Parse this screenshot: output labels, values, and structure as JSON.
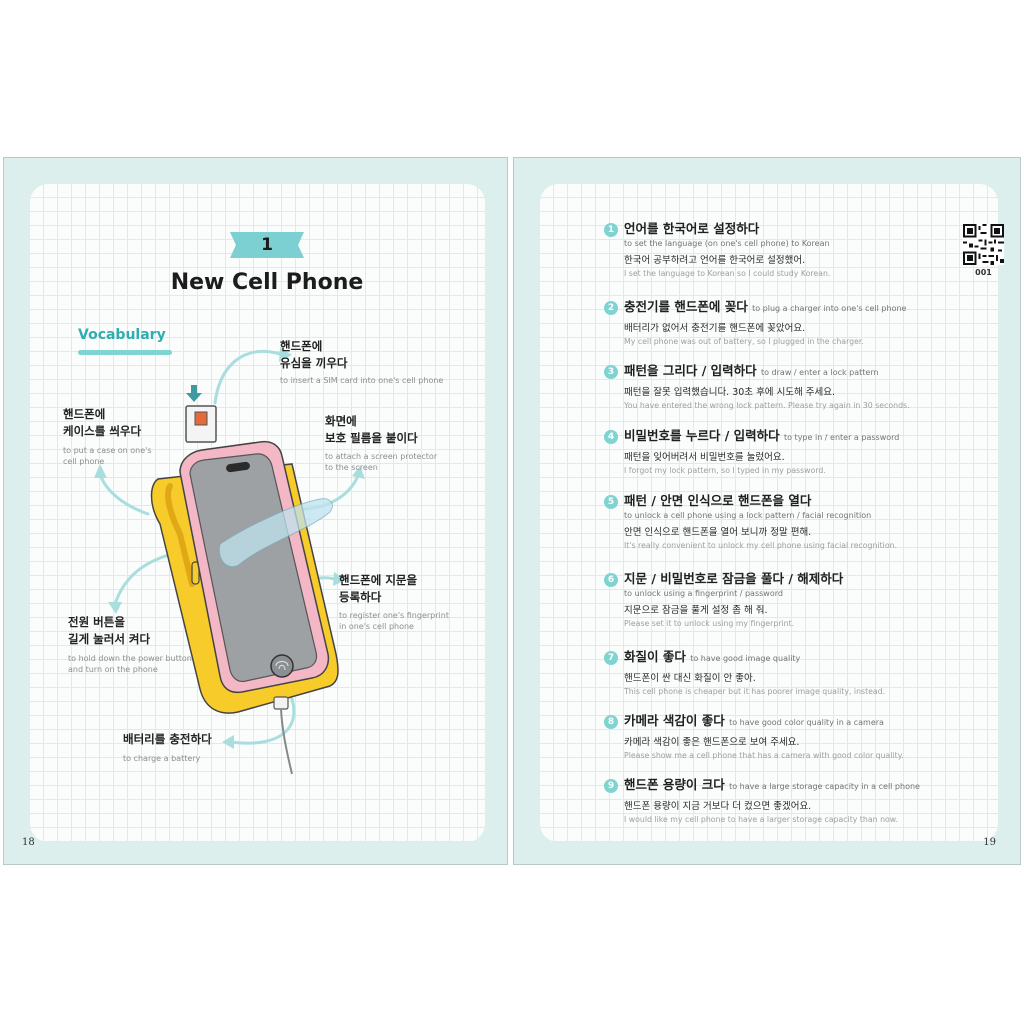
{
  "left_page": {
    "chapter_number": "1",
    "chapter_title": "New Cell Phone",
    "section_label": "Vocabulary",
    "page_number": "18",
    "labels": [
      {
        "ko_line1": "핸드폰에",
        "ko_line2": "유심을 끼우다",
        "en_line1": "to insert a SIM card into one's cell phone",
        "en_line2": ""
      },
      {
        "ko_line1": "핸드폰에",
        "ko_line2": "케이스를 씌우다",
        "en_line1": "to put a case on one's",
        "en_line2": "cell phone"
      },
      {
        "ko_line1": "화면에",
        "ko_line2": "보호 필름을 붙이다",
        "en_line1": "to attach a screen protector",
        "en_line2": "to the screen"
      },
      {
        "ko_line1": "핸드폰에 지문을",
        "ko_line2": "등록하다",
        "en_line1": "to register one's fingerprint",
        "en_line2": "in one's cell phone"
      },
      {
        "ko_line1": "전원 버튼을",
        "ko_line2": "길게 눌러서 켜다",
        "en_line1": "to hold down the power button",
        "en_line2": "and turn on the phone"
      },
      {
        "ko_line1": "배터리를 충전하다",
        "ko_line2": "",
        "en_line1": "to charge a battery",
        "en_line2": ""
      }
    ]
  },
  "right_page": {
    "page_number": "19",
    "qr_number": "001",
    "entries": [
      {
        "n": "1",
        "ko": "언어를 한국어로 설정하다",
        "en_inline": "",
        "en_def": "to set the language (on one's cell phone) to Korean",
        "ko_sentence": "한국어 공부하려고 언어를 한국어로 설정했어.",
        "en_sentence": "I set the language to Korean so I could study Korean."
      },
      {
        "n": "2",
        "ko": "충전기를 핸드폰에 꽂다",
        "en_inline": "to plug a charger into one's cell phone",
        "en_def": "",
        "ko_sentence": "배터리가 없어서 충전기를 핸드폰에 꽂았어요.",
        "en_sentence": "My cell phone was out of battery, so I plugged in the charger."
      },
      {
        "n": "3",
        "ko": "패턴을 그리다 / 입력하다",
        "en_inline": "to draw / enter a lock pattern",
        "en_def": "",
        "ko_sentence": "패턴을 잘못 입력했습니다. 30초 후에 시도해 주세요.",
        "en_sentence": "You have entered the wrong lock pattern. Please try again in 30 seconds."
      },
      {
        "n": "4",
        "ko": "비밀번호를 누르다 / 입력하다",
        "en_inline": "to type in / enter a password",
        "en_def": "",
        "ko_sentence": "패턴을 잊어버려서 비밀번호를 눌렀어요.",
        "en_sentence": "I forgot my lock pattern, so I typed in my password."
      },
      {
        "n": "5",
        "ko": "패턴 / 안면 인식으로 핸드폰을 열다",
        "en_inline": "",
        "en_def": "to unlock a cell phone using a lock pattern / facial recognition",
        "ko_sentence": "안면 인식으로 핸드폰을 열어 보니까 정말 편해.",
        "en_sentence": "It's really convenient to unlock my cell phone using facial recognition."
      },
      {
        "n": "6",
        "ko": "지문 / 비밀번호로 잠금을 풀다 / 해제하다",
        "en_inline": "",
        "en_def": "to unlock using a fingerprint / password",
        "ko_sentence": "지문으로 잠금을 풀게 설정 좀 해 줘.",
        "en_sentence": "Please set it to unlock using my fingerprint."
      },
      {
        "n": "7",
        "ko": "화질이 좋다",
        "en_inline": "to have good image quality",
        "en_def": "",
        "ko_sentence": "핸드폰이 싼 대신 화질이 안 좋아.",
        "en_sentence": "This cell phone is cheaper but it has poorer image quality, instead."
      },
      {
        "n": "8",
        "ko": "카메라 색감이 좋다",
        "en_inline": "to have good color quality in a camera",
        "en_def": "",
        "ko_sentence": "카메라 색감이 좋은 핸드폰으로 보여 주세요.",
        "en_sentence": "Please show me a cell phone that has a camera with good color quality."
      },
      {
        "n": "9",
        "ko": "핸드폰 용량이 크다",
        "en_inline": "to have a large storage capacity in a cell phone",
        "en_def": "",
        "ko_sentence": "핸드폰 용량이 지금 거보다 더 컸으면 좋겠어요.",
        "en_sentence": "I would like my cell phone to have a larger storage capacity than now."
      }
    ]
  }
}
